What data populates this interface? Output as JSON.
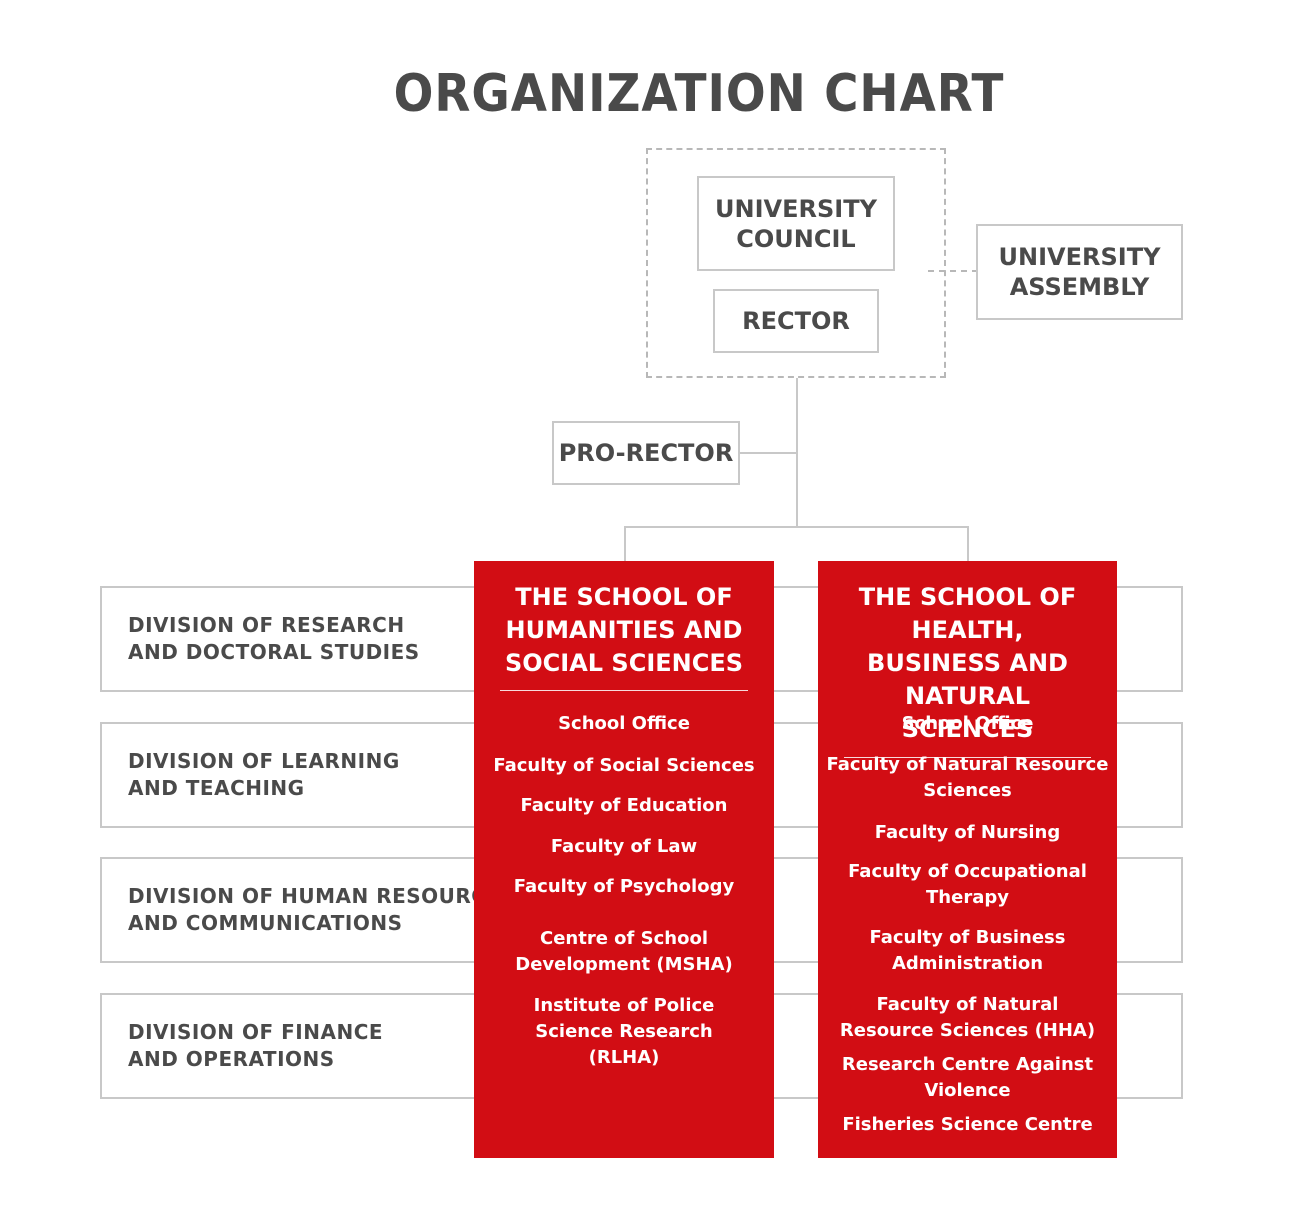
{
  "title": "ORGANIZATION CHART",
  "top_boxes": {
    "council": "UNIVERSITY\nCOUNCIL",
    "rector": "RECTOR",
    "assembly": "UNIVERSITY\nASSEMBLY",
    "prorector": "PRO-RECTOR"
  },
  "divisions": [
    "DIVISION OF RESEARCH\nAND DOCTORAL STUDIES",
    "DIVISION OF LEARNING\nAND TEACHING",
    "DIVISION OF HUMAN RESOURCES\nAND COMMUNICATIONS",
    "DIVISION OF FINANCE\nAND OPERATIONS"
  ],
  "schools": [
    {
      "title": "THE SCHOOL OF\nHUMANITIES AND\nSOCIAL SCIENCES",
      "units": [
        "School Office",
        "Faculty of Social Sciences",
        "Faculty of Education",
        "Faculty of Law",
        "Faculty of Psychology",
        "Centre of School\nDevelopment (MSHA)",
        "Institute of Police\nScience Research\n(RLHA)"
      ]
    },
    {
      "title": "THE SCHOOL OF\nHEALTH, BUSINESS AND\nNATURAL SCIENCES",
      "units": [
        "School Office",
        "Faculty of Natural Resource\nSciences",
        "Faculty of Nursing",
        "Faculty of Occupational\nTherapy",
        "Faculty of Business\nAdministration",
        "Faculty of Natural\nResource Sciences (HHA)",
        "Research Centre Against\nViolence",
        "Fisheries Science Centre"
      ]
    }
  ],
  "colors": {
    "school_red": "#d20d14",
    "text_grey": "#4a4a4a",
    "border_grey": "#c8c8c8"
  }
}
